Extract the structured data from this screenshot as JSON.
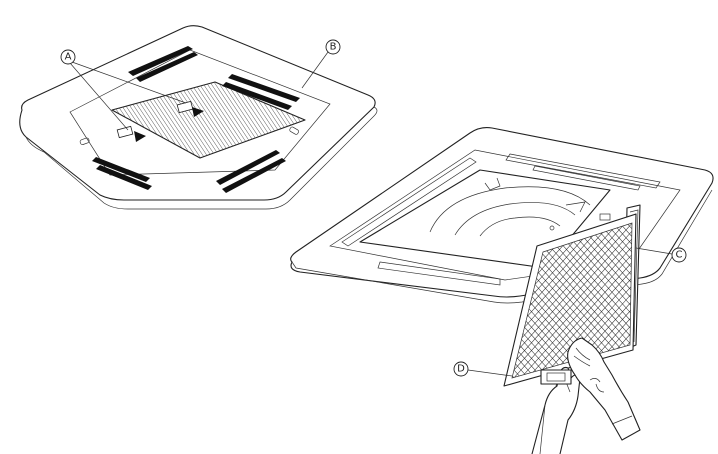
{
  "callouts": {
    "a": {
      "letter": "A"
    },
    "b": {
      "letter": "B"
    },
    "c": {
      "letter": "C"
    },
    "d": {
      "letter": "D"
    }
  },
  "colors": {
    "stroke": "#222222",
    "louver": "#111111",
    "background": "#ffffff"
  }
}
